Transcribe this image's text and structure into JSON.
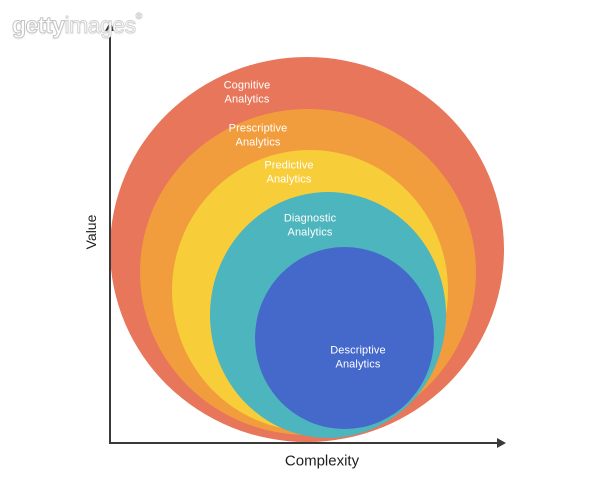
{
  "watermark": {
    "brand_bold": "getty",
    "brand_light": "images",
    "registered_mark": "®"
  },
  "axes": {
    "y_label": "Value",
    "x_label": "Complexity",
    "color": "#3A3A3A"
  },
  "rings": [
    {
      "label": "Cognitive Analytics",
      "color": "#E8765B",
      "text_color": "#FFFFFF"
    },
    {
      "label": "Prescriptive Analytics",
      "color": "#F29D3D",
      "text_color": "#FFFFFF"
    },
    {
      "label": "Predictive Analytics",
      "color": "#F8CD3A",
      "text_color": "#FFFFFF"
    },
    {
      "label": "Diagnostic Analytics",
      "color": "#4DB5BD",
      "text_color": "#FFFFFF"
    },
    {
      "label": "Descriptive Analytics",
      "color": "#4568CB",
      "text_color": "#FFFFFF"
    }
  ]
}
